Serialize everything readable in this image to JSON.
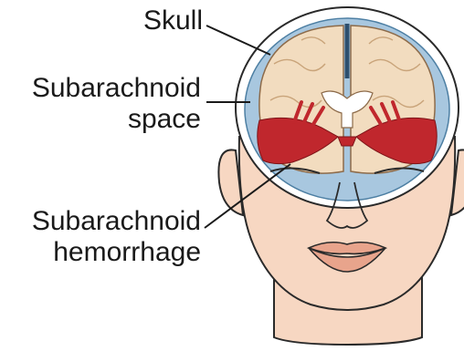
{
  "labels": {
    "skull": "Skull",
    "subarachnoid_space": [
      "Subarachnoid",
      "space"
    ],
    "subarachnoid_hemorrhage": [
      "Subarachnoid",
      "hemorrhage"
    ]
  },
  "colors": {
    "skin": "#f7d7c2",
    "skin_shadow": "#e9b998",
    "outline": "#2a2a2a",
    "skull": "#ffffff",
    "subarachnoid_space": "#a8c7df",
    "brain": "#f2dcbf",
    "brain_fold": "#d8b891",
    "blood": "#c0272d",
    "ventricle": "#ffffff",
    "lips": "#e8a48c"
  }
}
